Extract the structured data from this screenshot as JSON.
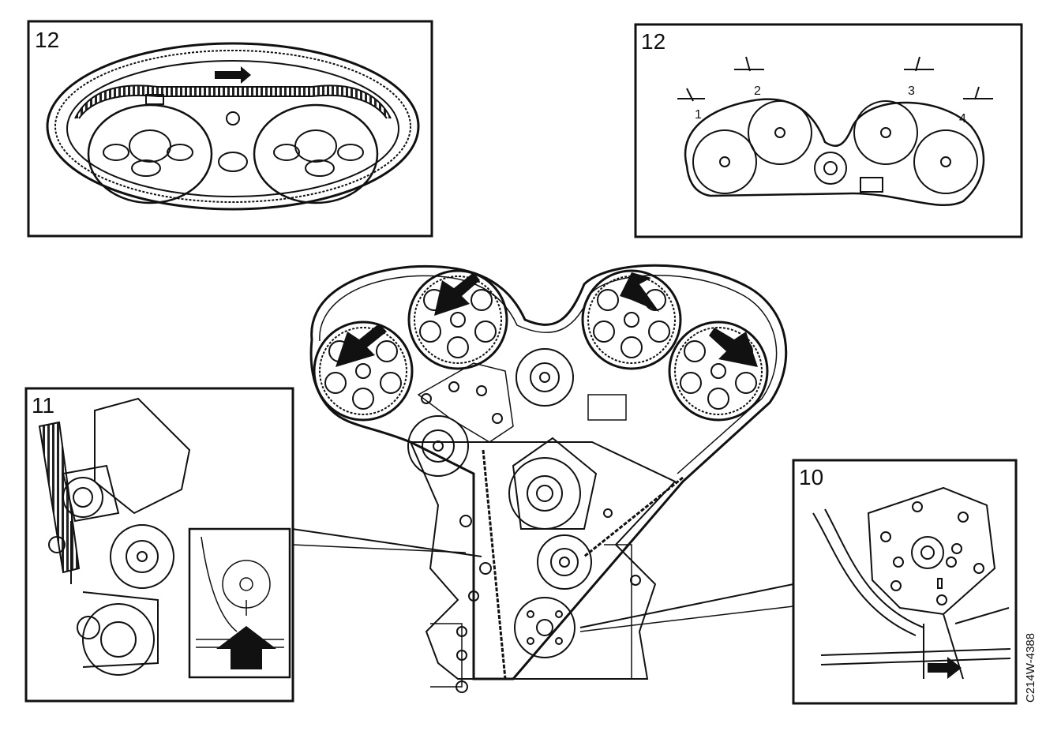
{
  "panels": {
    "top_left": {
      "number": "12"
    },
    "top_right": {
      "number": "12",
      "markers": [
        "1",
        "2",
        "3",
        "4"
      ]
    },
    "bottom_left": {
      "number": "11"
    },
    "bottom_right": {
      "number": "10"
    }
  },
  "figure_code": "C214W-4388",
  "colors": {
    "ink": "#111111",
    "paper": "#ffffff"
  }
}
